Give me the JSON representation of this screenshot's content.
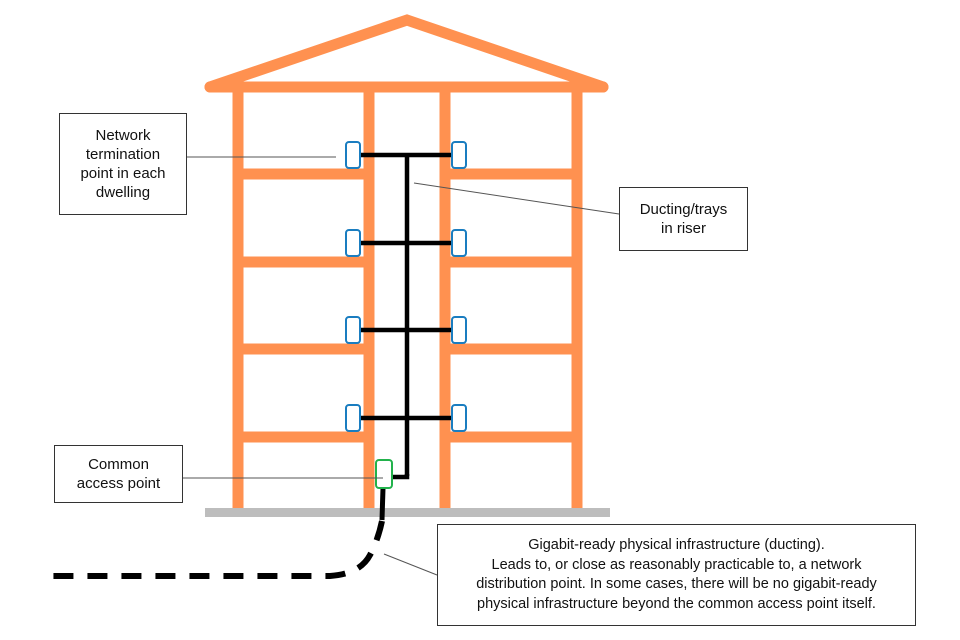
{
  "diagram": {
    "title": "Gigabit-ready physical infrastructure in a multi-dwelling building",
    "colors": {
      "building_frame": "#FF9150",
      "ground": "#BDBDBD",
      "ducting": "#000000",
      "network_termination_point": "#1A7DC0",
      "common_access_point": "#22B24C",
      "leader_line": "#555555",
      "callout_border": "#333333"
    },
    "building": {
      "floors": 4,
      "dwellings_per_floor": 2,
      "network_termination_points": 8,
      "common_access_points": 1
    },
    "callouts": {
      "network_termination_point": "Network\ntermination\npoint in each\ndwelling",
      "riser_ducting": "Ducting/trays\nin riser",
      "common_access_point": "Common\naccess point",
      "gigabit_infrastructure": "Gigabit-ready physical infrastructure (ducting).\nLeads to, or close as reasonably practicable to, a network\ndistribution point. In some cases, there will be no gigabit-ready\nphysical infrastructure beyond the common access point itself."
    },
    "legend_icons": {
      "network_termination_point": "blue-outlet-box",
      "common_access_point": "green-access-box",
      "riser": "black-duct-line",
      "external_duct": "black-dashed-duct-line"
    }
  }
}
